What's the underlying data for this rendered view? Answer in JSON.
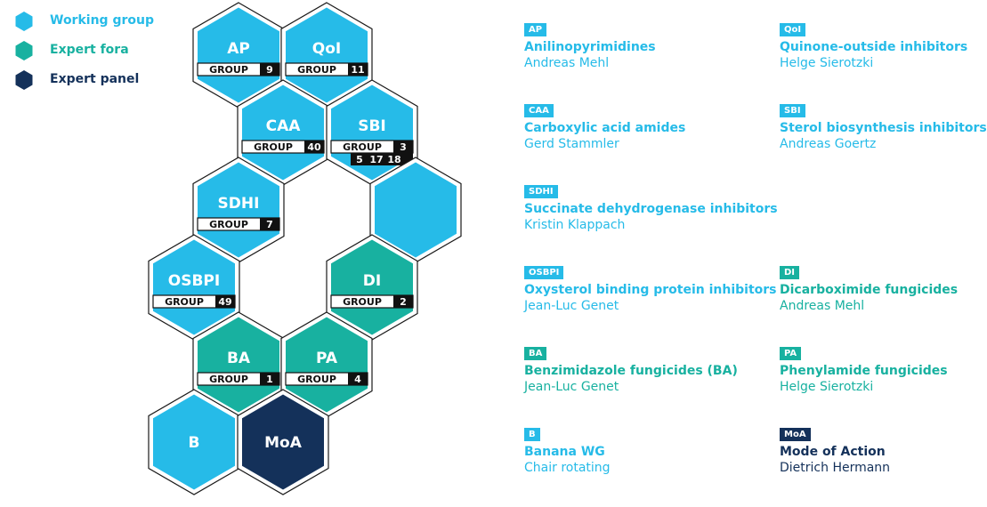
{
  "colors": {
    "working_group": "#26bbe8",
    "expert_fora": "#18b1a0",
    "expert_panel": "#14315a",
    "group_box_dark": "#111111",
    "hex_outline": "#1a1a1a"
  },
  "legend": [
    {
      "label": "Working group",
      "type": "working_group"
    },
    {
      "label": "Expert fora",
      "type": "expert_fora"
    },
    {
      "label": "Expert panel",
      "type": "expert_panel"
    }
  ],
  "group_label": "GROUP",
  "hexes": [
    {
      "id": "ap",
      "title": "AP",
      "group": "9",
      "type": "working_group"
    },
    {
      "id": "qoi",
      "title": "QoI",
      "group": "11",
      "type": "working_group"
    },
    {
      "id": "caa",
      "title": "CAA",
      "group": "40",
      "type": "working_group"
    },
    {
      "id": "sbi",
      "title": "SBI",
      "group": "3",
      "subgroups": [
        "5",
        "17",
        "18"
      ],
      "type": "working_group"
    },
    {
      "id": "sdhi",
      "title": "SDHI",
      "group": "7",
      "type": "working_group"
    },
    {
      "id": "blank",
      "title": "",
      "type": "working_group"
    },
    {
      "id": "osbpi",
      "title": "OSBPI",
      "group": "49",
      "type": "working_group"
    },
    {
      "id": "di",
      "title": "DI",
      "group": "2",
      "type": "expert_fora"
    },
    {
      "id": "ba",
      "title": "BA",
      "group": "1",
      "type": "expert_fora"
    },
    {
      "id": "pa",
      "title": "PA",
      "group": "4",
      "type": "expert_fora"
    },
    {
      "id": "b",
      "title": "B",
      "type": "working_group"
    },
    {
      "id": "moa",
      "title": "MoA",
      "type": "expert_panel"
    }
  ],
  "entries": [
    {
      "id": "ap",
      "badge": "AP",
      "name": "Anilinopyrimidines",
      "person": "Andreas Mehl",
      "type": "working_group"
    },
    {
      "id": "qoi",
      "badge": "QoI",
      "name": "Quinone-outside inhibitors",
      "person": "Helge Sierotzki",
      "type": "working_group"
    },
    {
      "id": "caa",
      "badge": "CAA",
      "name": "Carboxylic acid amides",
      "person": "Gerd Stammler",
      "type": "working_group"
    },
    {
      "id": "sbi",
      "badge": "SBI",
      "name": "Sterol biosynthesis inhibitors",
      "person": "Andreas Goertz",
      "type": "working_group"
    },
    {
      "id": "sdhi",
      "badge": "SDHI",
      "name": "Succinate dehydrogenase inhibitors",
      "person": "Kristin Klappach",
      "type": "working_group"
    },
    {
      "id": "osbpi",
      "badge": "OSBPI",
      "name": "Oxysterol binding protein inhibitors",
      "person": "Jean-Luc Genet",
      "type": "working_group"
    },
    {
      "id": "di",
      "badge": "DI",
      "name": "Dicarboximide fungicides",
      "person": "Andreas Mehl",
      "type": "expert_fora"
    },
    {
      "id": "ba",
      "badge": "BA",
      "name": "Benzimidazole fungicides (BA)",
      "person": "Jean-Luc Genet",
      "type": "expert_fora"
    },
    {
      "id": "pa",
      "badge": "PA",
      "name": "Phenylamide fungicides",
      "person": "Helge Sierotzki",
      "type": "expert_fora"
    },
    {
      "id": "b",
      "badge": "B",
      "name": "Banana WG",
      "person": "Chair rotating",
      "type": "working_group"
    },
    {
      "id": "moa",
      "badge": "MoA",
      "name": "Mode of Action",
      "person": "Dietrich Hermann",
      "type": "expert_panel"
    }
  ]
}
